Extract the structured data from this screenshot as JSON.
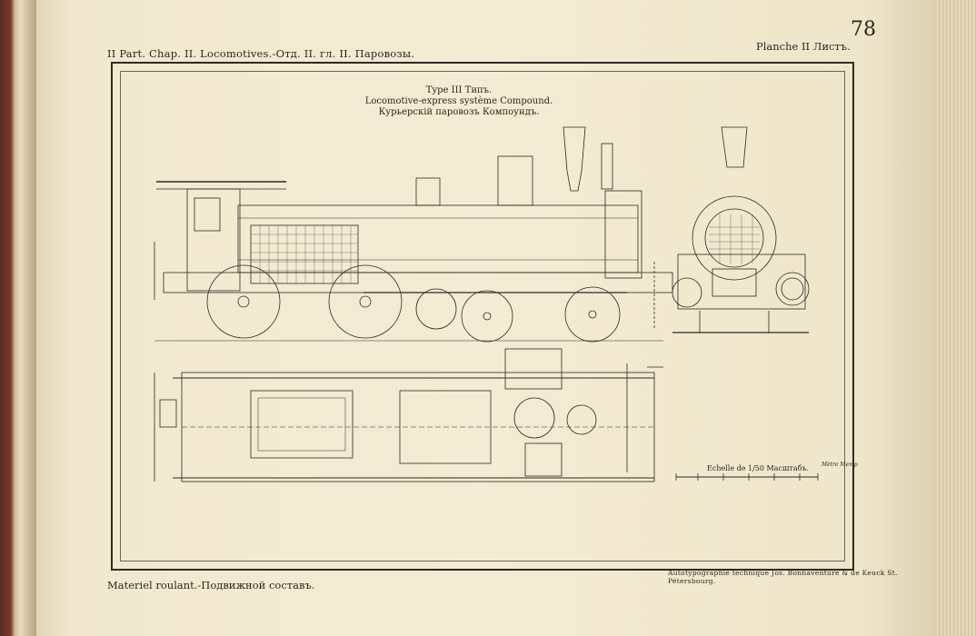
{
  "page": {
    "number": "78",
    "header_left": "II Part. Chap. II. Locomotives.-Отд. II. гл. II. Паровозы.",
    "header_right": "Planche II Листъ.",
    "footer_left": "Materiel roulant.-Подвижной составъ.",
    "footer_right": "Autotypographie technique Jos. Bonnaventure & de Keuck St. Pétersbourg."
  },
  "plate": {
    "title_line1": "Type III Типъ.",
    "title_line2": "Locomotive-express système Compound.",
    "title_line3": "Курьерскiй паровозъ Компоундъ.",
    "scale_label": "Echelle de 1/50 Масштабъ.",
    "scale_unit": "Mètre\nМетр"
  },
  "colors": {
    "paper": "#f3ebd3",
    "ink": "#2e2a25"
  }
}
